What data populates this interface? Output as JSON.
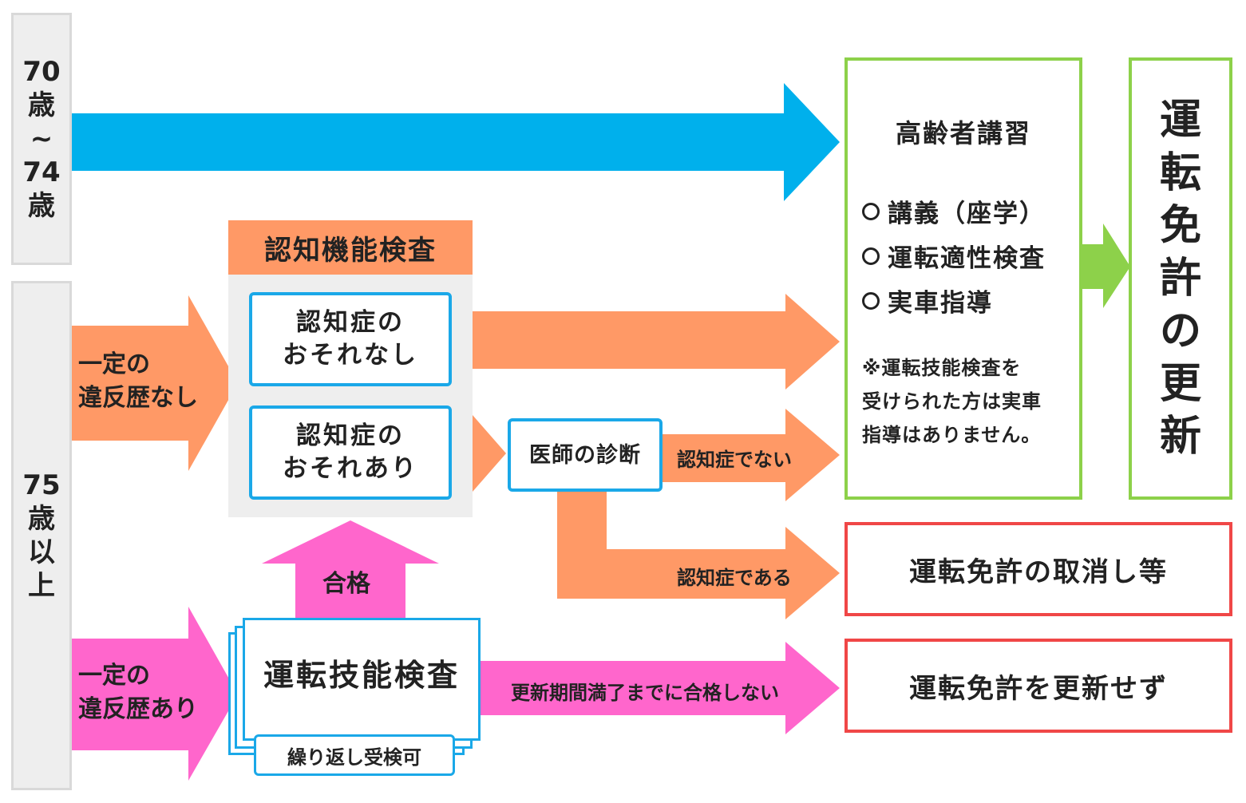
{
  "age_groups": {
    "group_70_74": {
      "line1": "70",
      "line2": "歳",
      "line3": "~",
      "line4": "74",
      "line5": "歳"
    },
    "group_75": {
      "line1": "75",
      "line2": "歳",
      "line3": "以",
      "line4": "上"
    }
  },
  "cognitive_test": {
    "header": "認知機能検査",
    "no_risk": {
      "line1": "認知症の",
      "line2": "おそれなし"
    },
    "risk": {
      "line1": "認知症の",
      "line2": "おそれあり"
    }
  },
  "no_violation": {
    "line1": "一定の",
    "line2": "違反歴なし"
  },
  "with_violation": {
    "line1": "一定の",
    "line2": "違反歴あり"
  },
  "doctor_diagnosis": "医師の診断",
  "labels": {
    "not_dementia": "認知症でない",
    "is_dementia": "認知症である",
    "pass": "合格",
    "not_pass_by_deadline": "更新期間満了までに合格しない"
  },
  "driving_skill_test": {
    "title": "運転技能検査",
    "repeat": "繰り返し受検可"
  },
  "elderly_course": {
    "title": "高齢者講習",
    "items": [
      "講義（座学）",
      "運転適性検査",
      "実車指導"
    ],
    "note_lines": [
      "※運転技能検査を",
      "受けられた方は実車",
      "指導はありません。"
    ]
  },
  "license_renewal": [
    "運",
    "転",
    "免",
    "許",
    "の",
    "更",
    "新"
  ],
  "outcomes": {
    "revocation": "運転免許の取消し等",
    "no_renewal": "運転免許を更新せず"
  },
  "colors": {
    "blue_arrow": "#00b0ec",
    "orange": "#ff9966",
    "pink": "#ff66cc",
    "green": "#8dd14a",
    "red": "#f04747",
    "box_border_blue": "#1aa8e8",
    "panel_gray": "#eeeeee"
  }
}
